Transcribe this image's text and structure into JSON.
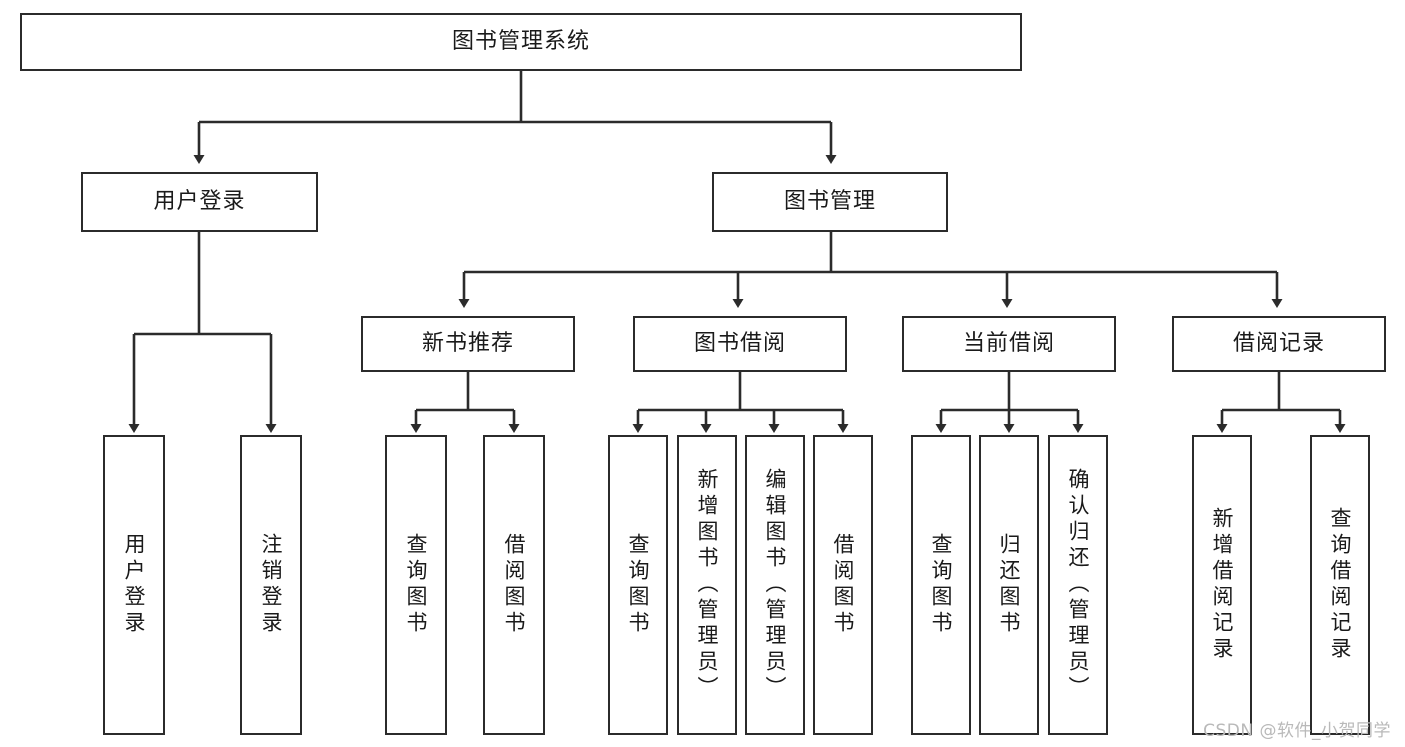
{
  "diagram": {
    "type": "tree-hierarchy",
    "title": "图书管理系统",
    "colors": {
      "stroke": "#2b2b2b",
      "fill": "#ffffff",
      "text": "#1a1a1a",
      "watermark": "#b9b9b9"
    },
    "root": {
      "label": "图书管理系统"
    },
    "level2": [
      {
        "id": "user-login",
        "label": "用户登录"
      },
      {
        "id": "book-manage",
        "label": "图书管理"
      }
    ],
    "level3": [
      {
        "id": "new-book-recommend",
        "label": "新书推荐"
      },
      {
        "id": "book-borrow",
        "label": "图书借阅"
      },
      {
        "id": "current-borrow",
        "label": "当前借阅"
      },
      {
        "id": "borrow-record",
        "label": "借阅记录"
      }
    ],
    "leaves": {
      "user_login": [
        {
          "id": "leaf-user-login",
          "label": "用户登录"
        },
        {
          "id": "leaf-logout-login",
          "label": "注销登录"
        }
      ],
      "new_book_recommend": [
        {
          "id": "leaf-query-book-1",
          "label": "查询图书"
        },
        {
          "id": "leaf-borrow-book-1",
          "label": "借阅图书"
        }
      ],
      "book_borrow": [
        {
          "id": "leaf-query-book-2",
          "label": "查询图书"
        },
        {
          "id": "leaf-add-book",
          "label": "新增图书（管理员）"
        },
        {
          "id": "leaf-edit-book",
          "label": "编辑图书（管理员）"
        },
        {
          "id": "leaf-borrow-book-2",
          "label": "借阅图书"
        }
      ],
      "current_borrow": [
        {
          "id": "leaf-query-book-3",
          "label": "查询图书"
        },
        {
          "id": "leaf-return-book",
          "label": "归还图书"
        },
        {
          "id": "leaf-confirm-return",
          "label": "确认归还（管理员）"
        }
      ],
      "borrow_record": [
        {
          "id": "leaf-add-record",
          "label": "新增借阅记录"
        },
        {
          "id": "leaf-query-record",
          "label": "查询借阅记录"
        }
      ]
    }
  },
  "watermark": {
    "text": "CSDN @软件_小贺同学"
  }
}
